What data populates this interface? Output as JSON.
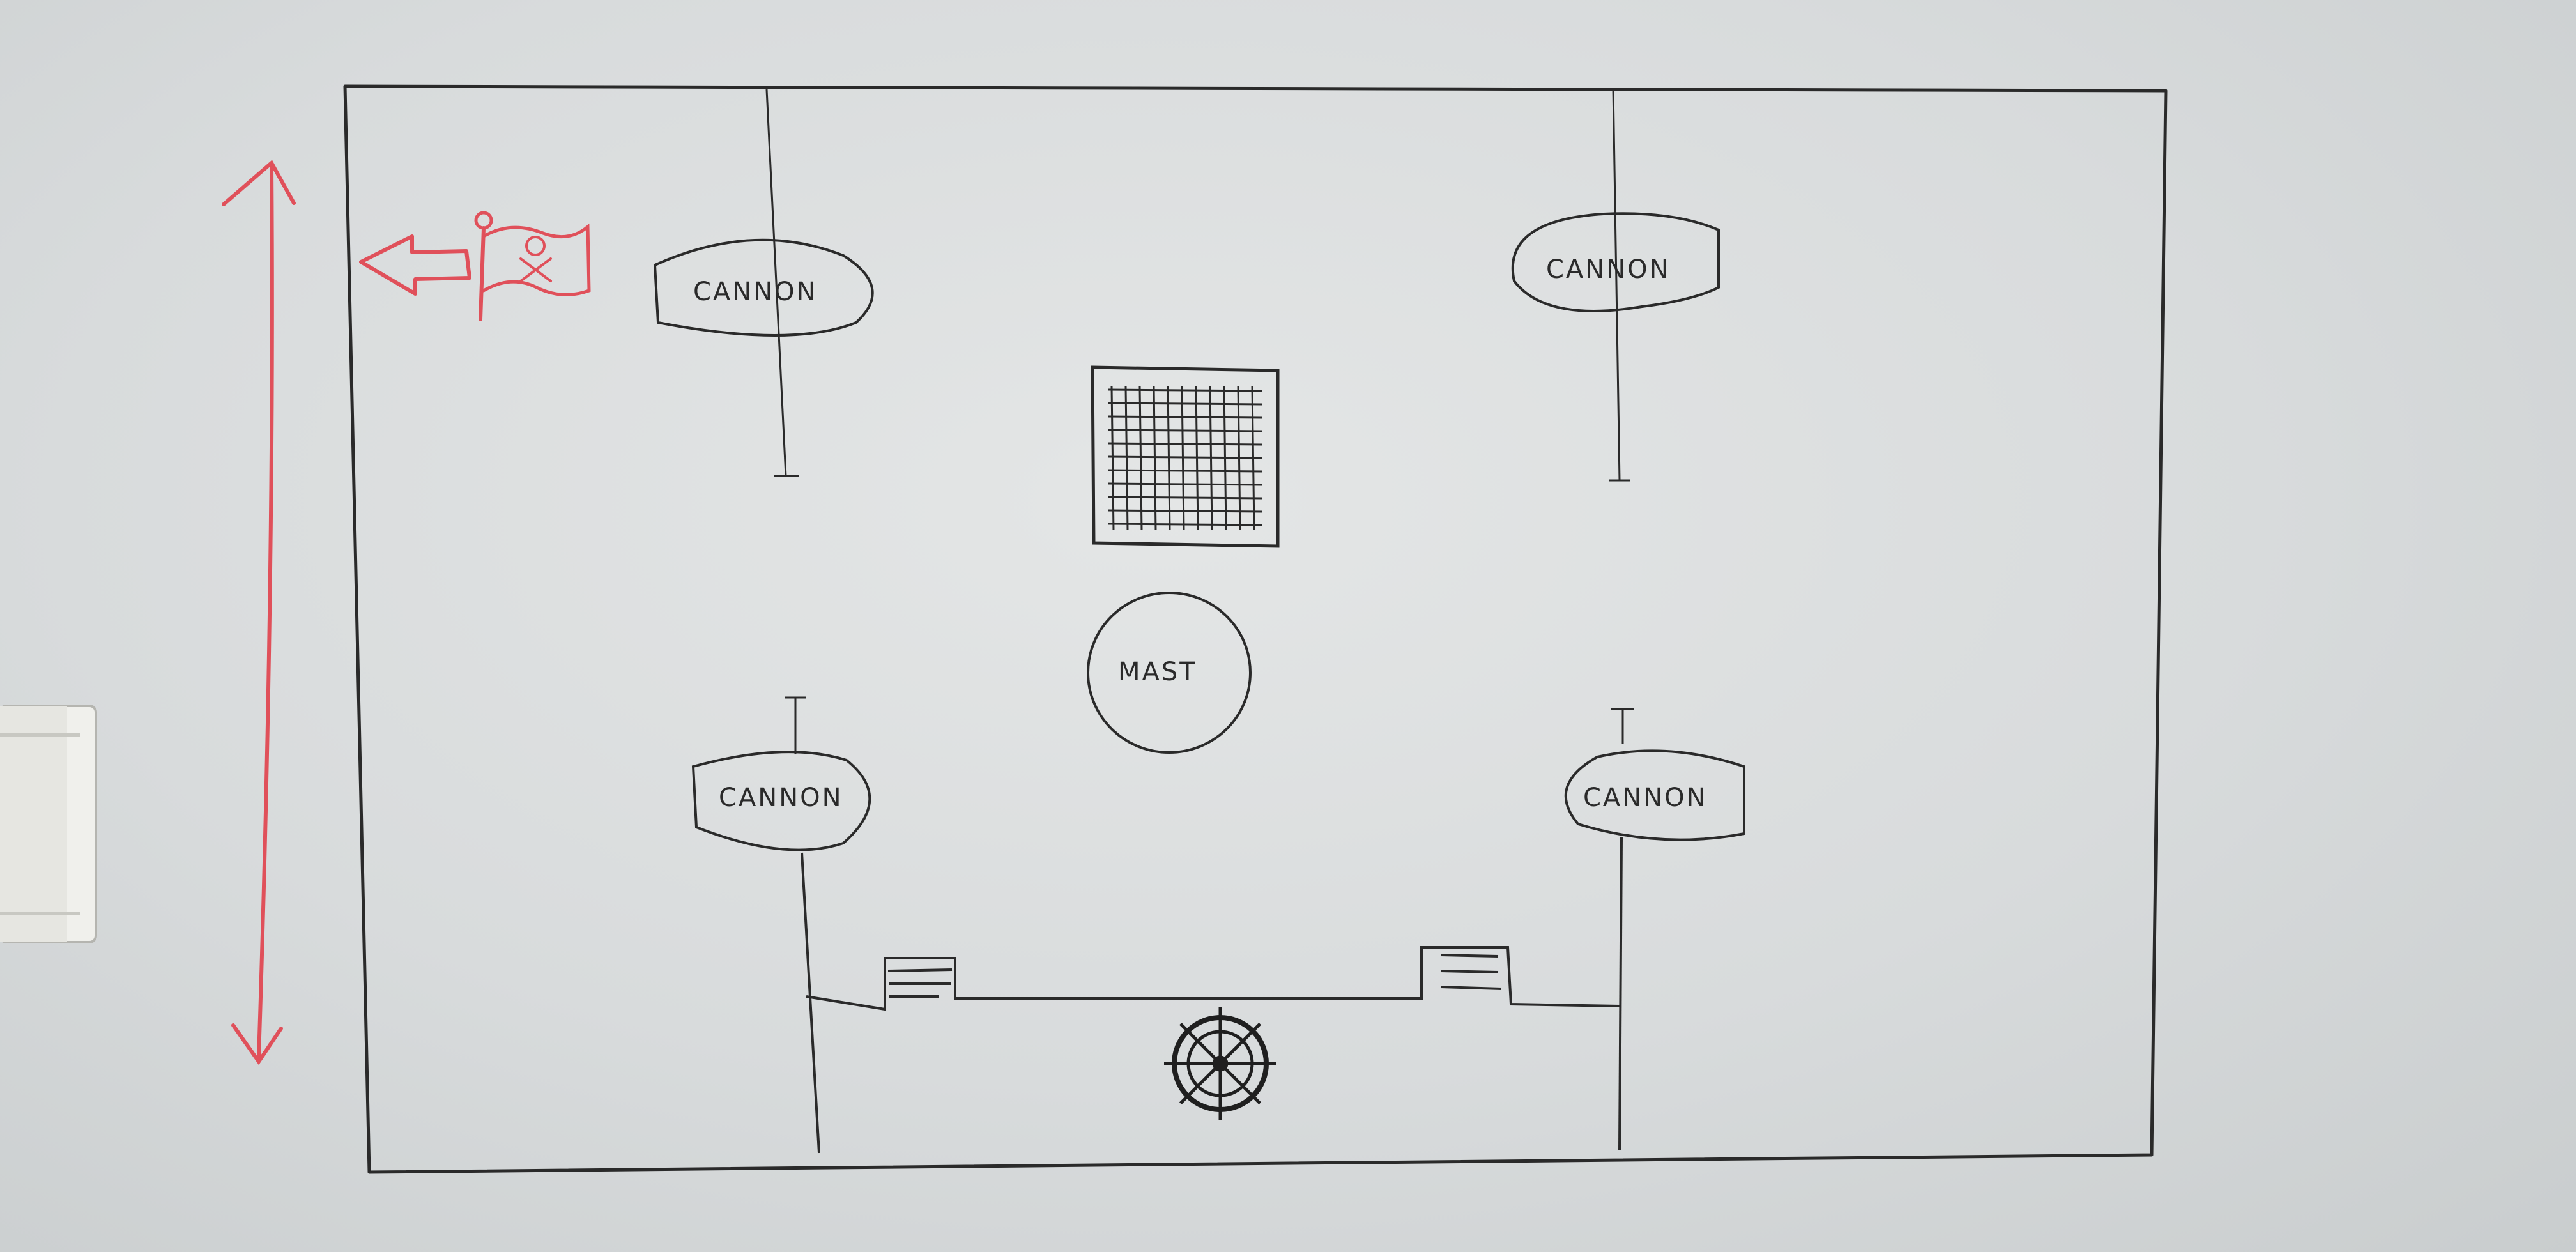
{
  "whiteboard": {
    "labels": {
      "cannon_top_left": "CANNON",
      "cannon_top_right": "CANNON",
      "cannon_bottom_left": "CANNON",
      "cannon_bottom_right": "CANNON",
      "mast": "MAST"
    },
    "icons": {
      "pirate_flag": "pirate-flag-icon",
      "direction_arrow": "left-arrow-icon",
      "height_arrow": "double-arrow-icon",
      "ships_wheel": "ships-wheel-icon",
      "hatch_grid": "grid-hatch-icon"
    },
    "colors": {
      "marker_black": "#2a2a2a",
      "marker_red": "#e0505a",
      "board": "#dcdfe0"
    }
  }
}
